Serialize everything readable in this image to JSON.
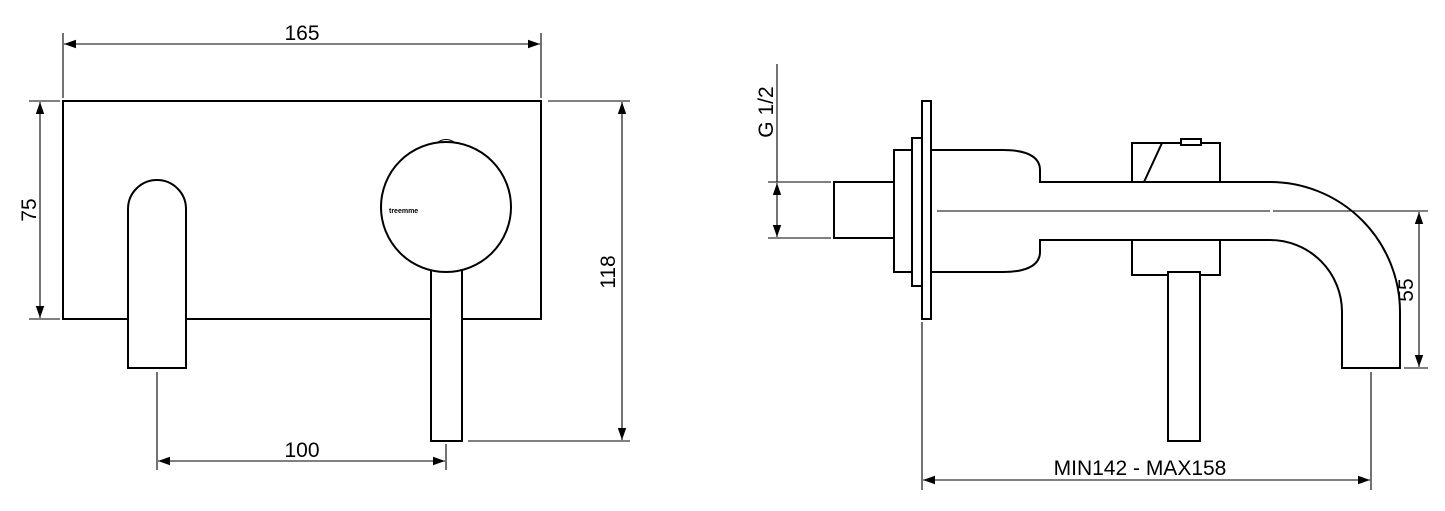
{
  "front_view": {
    "width_label": "165",
    "plate_height_label": "75",
    "total_height_label": "118",
    "spacing_label": "100",
    "brand_label": "treemme"
  },
  "side_view": {
    "thread_label": "G 1/2",
    "spout_drop_label": "55",
    "projection_label": "MIN142 - MAX158"
  }
}
